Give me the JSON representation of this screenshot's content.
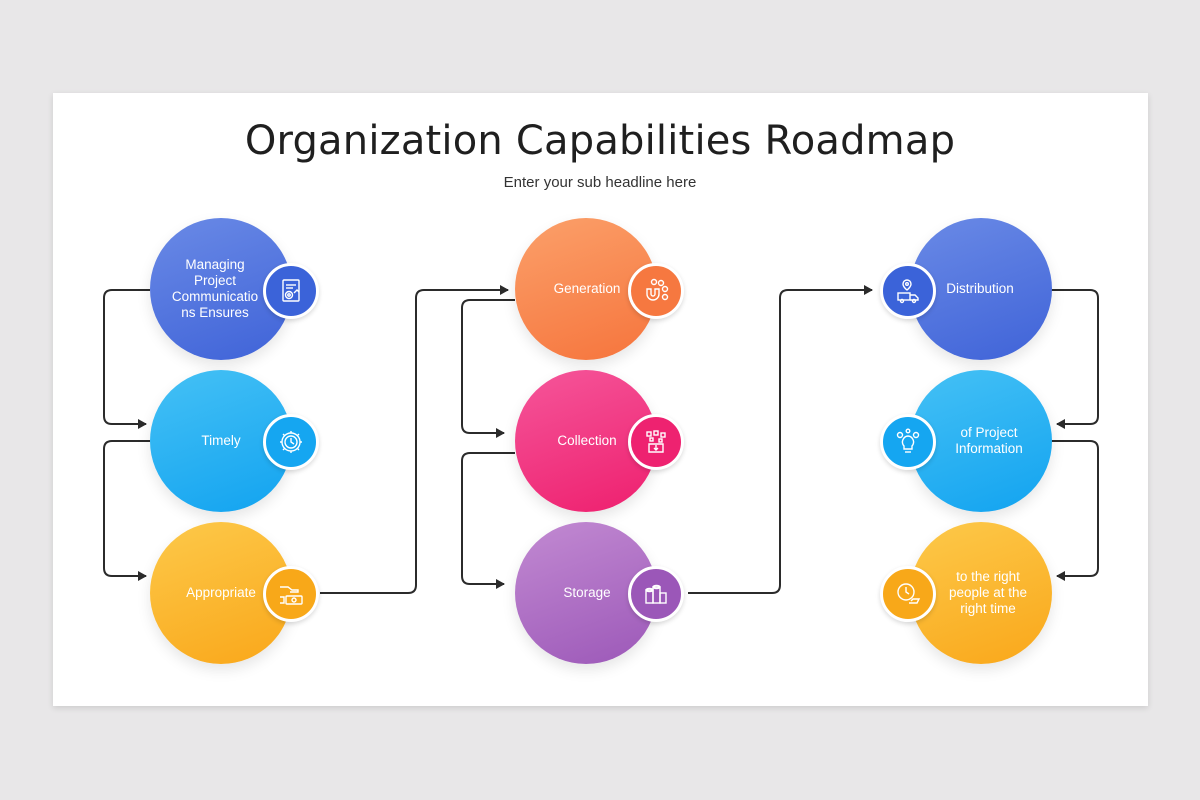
{
  "title": "Organization Capabilities Roadmap",
  "subtitle": "Enter your sub headline here",
  "colors": {
    "blue": "#3f63d8",
    "cyan": "#12a3f0",
    "yellow": "#f9a71a",
    "orange": "#f6743c",
    "pink": "#ee1f6e",
    "purple": "#9c58b8",
    "connector": "#2b2b2b"
  },
  "columns": [
    {
      "nodes": [
        {
          "label": "Managing\nProject\nCommunicatio\nns Ensures",
          "color": "blue",
          "icon": "document-settings-icon"
        },
        {
          "label": "Timely",
          "color": "cyan",
          "icon": "clock-gear-icon"
        },
        {
          "label": "Appropriate",
          "color": "yellow",
          "icon": "hand-money-icon"
        }
      ]
    },
    {
      "nodes": [
        {
          "label": "Generation",
          "color": "orange",
          "icon": "magnet-people-icon"
        },
        {
          "label": "Collection",
          "color": "pink",
          "icon": "collect-box-icon"
        },
        {
          "label": "Storage",
          "color": "purple",
          "icon": "storage-boxes-icon"
        }
      ]
    },
    {
      "nodes": [
        {
          "label": "Distribution",
          "color": "blue",
          "icon": "delivery-map-icon"
        },
        {
          "label": "of Project\nInformation",
          "color": "cyan",
          "icon": "idea-bulb-icon"
        },
        {
          "label": "to the right\npeople at the\nright time",
          "color": "yellow",
          "icon": "clock-hand-icon"
        }
      ]
    }
  ]
}
